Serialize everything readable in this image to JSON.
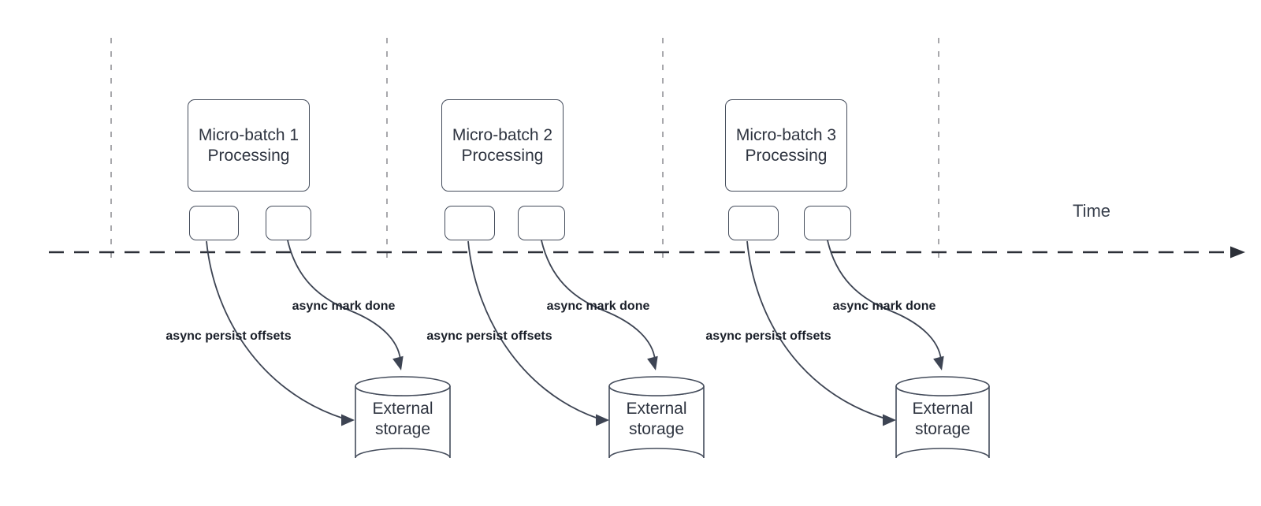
{
  "diagram": {
    "time_axis": {
      "label": "Time"
    },
    "groups": [
      {
        "processing_box": {
          "line1": "Micro-batch 1",
          "line2": "Processing"
        },
        "persist_arrow_label": "async persist offsets",
        "mark_done_arrow_label": "async mark done",
        "storage": {
          "line1": "External",
          "line2": "storage"
        }
      },
      {
        "processing_box": {
          "line1": "Micro-batch 2",
          "line2": "Processing"
        },
        "persist_arrow_label": "async persist offsets",
        "mark_done_arrow_label": "async mark done",
        "storage": {
          "line1": "External",
          "line2": "storage"
        }
      },
      {
        "processing_box": {
          "line1": "Micro-batch 3",
          "line2": "Processing"
        },
        "persist_arrow_label": "async persist offsets",
        "mark_done_arrow_label": "async mark done",
        "storage": {
          "line1": "External",
          "line2": "storage"
        }
      }
    ],
    "colors": {
      "background": "#ffffff",
      "node_stroke": "#444c5b",
      "guide_line": "#a8a8ac",
      "time_axis_line": "#2c3038",
      "arrow_stroke": "#3d4453",
      "arrow_label_text": "#1b202a",
      "node_text": "#2e3440"
    }
  }
}
